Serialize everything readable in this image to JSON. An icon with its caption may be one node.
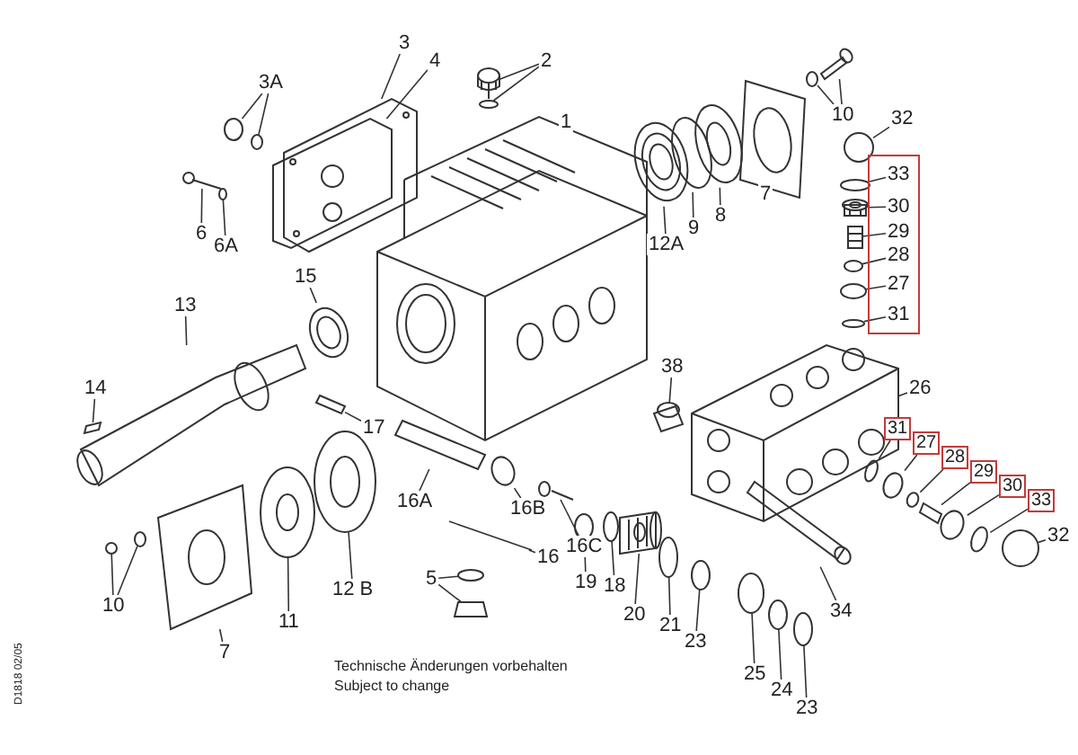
{
  "diagram": {
    "nodes": [
      {
        "text": [
          "3A"
        ]
      },
      {
        "text": [
          "3"
        ]
      },
      {
        "text": [
          "4"
        ]
      },
      {
        "text": [
          "2"
        ]
      },
      {
        "text": [
          "1"
        ]
      },
      {
        "text": [
          "12A"
        ]
      },
      {
        "text": [
          "9"
        ]
      },
      {
        "text": [
          "8"
        ]
      },
      {
        "text": [
          "7"
        ]
      },
      {
        "text": [
          "10"
        ]
      },
      {
        "text": [
          "6"
        ]
      },
      {
        "text": [
          "6A"
        ]
      },
      {
        "text": [
          "32"
        ]
      },
      {
        "text": [],
        "shape": "box"
      },
      {
        "text": [
          "33"
        ],
        "in": 13
      },
      {
        "text": [
          "30"
        ],
        "in": 13
      },
      {
        "text": [
          "29"
        ],
        "in": 13
      },
      {
        "text": [
          "28"
        ],
        "in": 13
      },
      {
        "text": [
          "27"
        ],
        "in": 13
      },
      {
        "text": [
          "31"
        ],
        "in": 13
      },
      {
        "text": [
          "15"
        ]
      },
      {
        "text": [
          "13"
        ]
      },
      {
        "text": [
          "14"
        ]
      },
      {
        "text": [
          "38"
        ]
      },
      {
        "text": [
          "26"
        ]
      },
      {
        "text": [
          "17"
        ]
      },
      {
        "text": [
          "16A"
        ]
      },
      {
        "text": [
          "16B"
        ]
      },
      {
        "text": [
          "16C"
        ]
      },
      {
        "text": [
          "16"
        ]
      },
      {
        "text": [
          "31"
        ]
      },
      {
        "text": [
          "27"
        ]
      },
      {
        "text": [
          "28"
        ]
      },
      {
        "text": [
          "29"
        ]
      },
      {
        "text": [
          "30"
        ]
      },
      {
        "text": [
          "33"
        ]
      },
      {
        "text": [
          "32"
        ]
      },
      {
        "text": [
          "19"
        ]
      },
      {
        "text": [
          "18"
        ]
      },
      {
        "text": [
          "20"
        ]
      },
      {
        "text": [
          "21"
        ]
      },
      {
        "text": [
          "23"
        ]
      },
      {
        "text": [
          "34"
        ]
      },
      {
        "text": [
          "25"
        ]
      },
      {
        "text": [
          "24"
        ]
      },
      {
        "text": [
          "23"
        ]
      },
      {
        "text": [
          "10"
        ]
      },
      {
        "text": [
          "7"
        ]
      },
      {
        "text": [
          "11"
        ]
      },
      {
        "text": [
          "12 B"
        ]
      },
      {
        "text": [
          "5"
        ]
      },
      {
        "text": [],
        "shape": "circle"
      },
      {
        "text": [],
        "shape": "circle"
      },
      {
        "text": [],
        "shape": "picture"
      },
      {
        "text": [],
        "shape": "picture"
      },
      {
        "text": [],
        "shape": "picture"
      },
      {
        "text": [],
        "shape": "circle"
      },
      {
        "text": [],
        "shape": "picture"
      },
      {
        "text": [],
        "shape": "picture"
      },
      {
        "text": [],
        "shape": "circle"
      },
      {
        "text": [],
        "shape": "picture"
      },
      {
        "text": [],
        "shape": "picture"
      },
      {
        "text": [],
        "shape": "circle"
      },
      {
        "text": [],
        "shape": "picture"
      },
      {
        "text": [],
        "shape": "picture"
      },
      {
        "text": [],
        "shape": "circle"
      },
      {
        "text": [],
        "shape": "circle"
      },
      {
        "text": [],
        "shape": "circle"
      },
      {
        "text": [],
        "shape": "picture"
      },
      {
        "text": [],
        "shape": "picture"
      },
      {
        "text": [],
        "shape": "circle"
      },
      {
        "text": [],
        "shape": "circle"
      },
      {
        "text": [],
        "shape": "circle"
      },
      {
        "text": [],
        "shape": "picture"
      },
      {
        "text": [],
        "shape": "picture"
      },
      {
        "text": [],
        "shape": "box"
      },
      {
        "text": [],
        "shape": "picture"
      },
      {
        "text": [],
        "shape": "picture"
      },
      {
        "text": [],
        "shape": "box"
      },
      {
        "text": [],
        "shape": "box"
      },
      {
        "text": [],
        "shape": "circle"
      },
      {
        "text": [],
        "shape": "picture"
      },
      {
        "text": [],
        "shape": "bracket"
      },
      {
        "text": [],
        "shape": "circle"
      },
      {
        "text": [],
        "shape": "circle"
      },
      {
        "text": [],
        "shape": "circle"
      },
      {
        "text": [],
        "shape": "box"
      },
      {
        "text": [],
        "shape": "circle"
      },
      {
        "text": [],
        "shape": "circle"
      },
      {
        "text": [],
        "shape": "circle"
      },
      {
        "text": [],
        "shape": "circle"
      },
      {
        "text": [],
        "shape": "circle"
      },
      {
        "text": [],
        "shape": "picture"
      },
      {
        "text": [],
        "shape": "circle"
      },
      {
        "text": [],
        "shape": "circle"
      },
      {
        "text": [],
        "shape": "picture"
      },
      {
        "text": [],
        "shape": "circle"
      },
      {
        "text": [],
        "shape": "circle"
      },
      {
        "text": [],
        "shape": "circle"
      },
      {
        "text": [],
        "shape": "circle"
      },
      {
        "text": [],
        "shape": "circle"
      },
      {
        "text": [],
        "shape": "picture"
      },
      {
        "text": [],
        "shape": "picture"
      },
      {
        "text": [],
        "shape": "picture"
      },
      {
        "text": [],
        "shape": "circle"
      },
      {
        "text": [],
        "shape": "box"
      }
    ],
    "edges": [
      {
        "from": 0,
        "to": 51,
        "arrow": "none"
      },
      {
        "from": 0,
        "to": 52,
        "arrow": "none"
      },
      {
        "from": 1,
        "to": 53,
        "arrow": "none"
      },
      {
        "from": 2,
        "to": 54,
        "arrow": "none"
      },
      {
        "from": 3,
        "to": 55,
        "arrow": "none"
      },
      {
        "from": 3,
        "to": 56,
        "arrow": "none"
      },
      {
        "from": 4,
        "to": 57,
        "arrow": "none"
      },
      {
        "from": 5,
        "to": 58,
        "arrow": "none"
      },
      {
        "from": 6,
        "to": 59,
        "arrow": "none"
      },
      {
        "from": 7,
        "to": 60,
        "arrow": "none"
      },
      {
        "from": 8,
        "to": 61,
        "arrow": "none"
      },
      {
        "from": 9,
        "to": 62,
        "arrow": "none"
      },
      {
        "from": 9,
        "to": 63,
        "arrow": "none"
      },
      {
        "from": 10,
        "to": 64,
        "arrow": "none"
      },
      {
        "from": 11,
        "to": 65,
        "arrow": "none"
      },
      {
        "from": 12,
        "to": 66,
        "arrow": "none"
      },
      {
        "from": 14,
        "to": 67,
        "arrow": "none"
      },
      {
        "from": 15,
        "to": 68,
        "arrow": "none"
      },
      {
        "from": 16,
        "to": 69,
        "arrow": "none"
      },
      {
        "from": 17,
        "to": 70,
        "arrow": "none"
      },
      {
        "from": 18,
        "to": 71,
        "arrow": "none"
      },
      {
        "from": 19,
        "to": 72,
        "arrow": "none"
      },
      {
        "from": 20,
        "to": 73,
        "arrow": "none"
      },
      {
        "from": 21,
        "to": 74,
        "arrow": "none"
      },
      {
        "from": 22,
        "to": 75,
        "arrow": "none"
      },
      {
        "from": 23,
        "to": 76,
        "arrow": "none"
      },
      {
        "from": 24,
        "to": 77,
        "arrow": "none"
      },
      {
        "from": 25,
        "to": 78,
        "arrow": "none"
      },
      {
        "from": 26,
        "to": 79,
        "arrow": "none"
      },
      {
        "from": 27,
        "to": 80,
        "arrow": "none"
      },
      {
        "from": 28,
        "to": 81,
        "arrow": "none"
      },
      {
        "from": 29,
        "to": 82,
        "arrow": "none"
      },
      {
        "from": 30,
        "to": 83,
        "arrow": "none"
      },
      {
        "from": 31,
        "to": 84,
        "arrow": "none"
      },
      {
        "from": 32,
        "to": 85,
        "arrow": "none"
      },
      {
        "from": 33,
        "to": 86,
        "arrow": "none"
      },
      {
        "from": 34,
        "to": 87,
        "arrow": "none"
      },
      {
        "from": 35,
        "to": 88,
        "arrow": "none"
      },
      {
        "from": 36,
        "to": 89,
        "arrow": "none"
      },
      {
        "from": 37,
        "to": 90,
        "arrow": "none"
      },
      {
        "from": 38,
        "to": 91,
        "arrow": "none"
      },
      {
        "from": 39,
        "to": 92,
        "arrow": "none"
      },
      {
        "from": 40,
        "to": 93,
        "arrow": "none"
      },
      {
        "from": 41,
        "to": 94,
        "arrow": "none"
      },
      {
        "from": 42,
        "to": 95,
        "arrow": "none"
      },
      {
        "from": 43,
        "to": 96,
        "arrow": "none"
      },
      {
        "from": 44,
        "to": 97,
        "arrow": "none"
      },
      {
        "from": 45,
        "to": 98,
        "arrow": "none"
      },
      {
        "from": 46,
        "to": 99,
        "arrow": "none"
      },
      {
        "from": 46,
        "to": 100,
        "arrow": "none"
      },
      {
        "from": 47,
        "to": 101,
        "arrow": "none"
      },
      {
        "from": 48,
        "to": 102,
        "arrow": "none"
      },
      {
        "from": 49,
        "to": 103,
        "arrow": "none"
      },
      {
        "from": 50,
        "to": 104,
        "arrow": "none"
      },
      {
        "from": 50,
        "to": 105,
        "arrow": "none"
      }
    ],
    "labels": [
      "Technische Änderungen vorbehalten",
      "Subject to change",
      "D1818 02/05"
    ]
  }
}
